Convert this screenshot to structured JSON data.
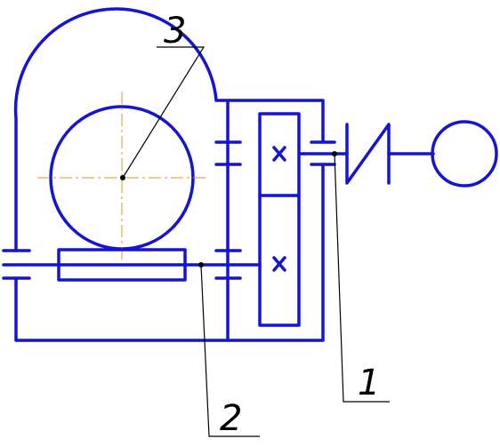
{
  "colors": {
    "line": "#1414d2",
    "axis": "#e8922a",
    "leader": "#000000"
  },
  "callouts": [
    {
      "label": "1",
      "part": "output-shaft-coupling"
    },
    {
      "label": "2",
      "part": "worm-shaft"
    },
    {
      "label": "3",
      "part": "worm-wheel-axis"
    }
  ]
}
